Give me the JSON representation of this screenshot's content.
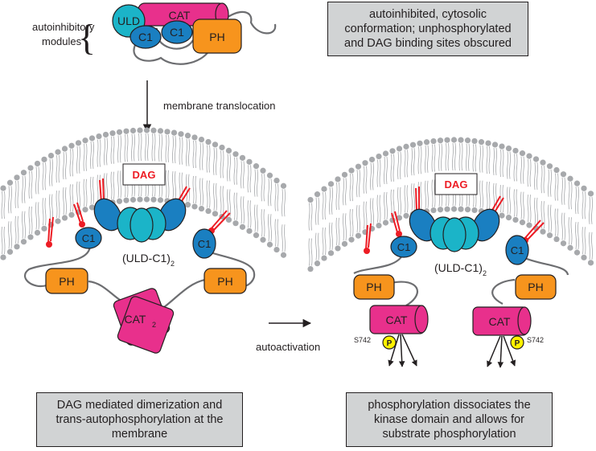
{
  "labels": {
    "autoinhibitory_line1": "autoinhibitory",
    "autoinhibitory_line2": "modules",
    "membrane_translocation": "membrane translocation",
    "autoactivation": "autoactivation",
    "uld": "ULD",
    "cat": "CAT",
    "c1": "C1",
    "ph": "PH",
    "dag": "DAG",
    "uld_c1_dimer": "(ULD-C1)",
    "subscript_2": "2",
    "cat2": "CAT",
    "p": "P",
    "s742": "S742"
  },
  "captions": {
    "top_right": "autoinhibited, cytosolic conformation; unphosphorylated and DAG binding sites obscured",
    "bottom_left": "DAG mediated dimerization and trans-autophosphorylation at the membrane",
    "bottom_right": "phosphorylation dissociates the kinase domain and allows for substrate phosphorylation"
  },
  "colors": {
    "cat": "#e8308c",
    "uld": "#1bb4c8",
    "c1": "#1a7fc1",
    "ph": "#f7941d",
    "dag": "#ed1c24",
    "phospho": "#fff200",
    "lipid_head": "#a7a9ac",
    "caption_bg": "#d1d3d4",
    "outline": "#231f20"
  }
}
